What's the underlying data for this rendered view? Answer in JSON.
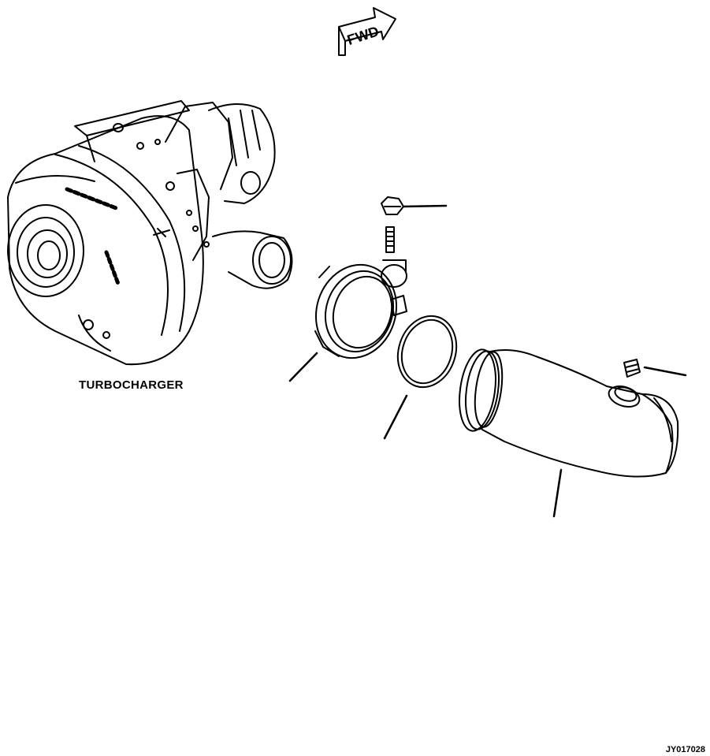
{
  "diagram": {
    "fwd_arrow_text": "FWD",
    "turbocharger_label": "TURBOCHARGER",
    "figure_id": "JY017028",
    "parts": [
      {
        "name": "nut"
      },
      {
        "name": "clamp"
      },
      {
        "name": "o-ring"
      },
      {
        "name": "elbow"
      },
      {
        "name": "plug"
      }
    ]
  }
}
